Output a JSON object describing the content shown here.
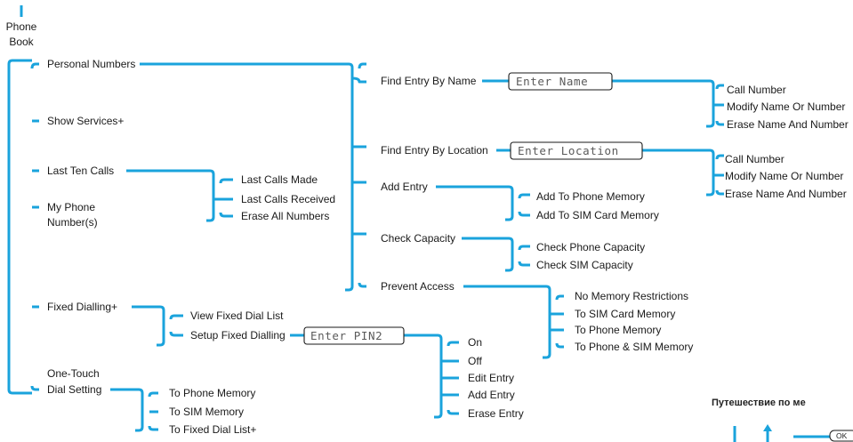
{
  "root": {
    "line1": "Phone",
    "line2": "Book"
  },
  "menu": {
    "personal_numbers": "Personal Numbers",
    "show_services": "Show Services+",
    "last_ten_calls": "Last Ten Calls",
    "my_phone_numbers_1": "My Phone",
    "my_phone_numbers_2": "Number(s)",
    "fixed_dialling": "Fixed Dialling+",
    "one_touch_1": "One-Touch",
    "one_touch_2": "Dial Setting"
  },
  "personal": {
    "find_by_name": "Find Entry By Name",
    "find_by_location": "Find Entry By Location",
    "add_entry": "Add Entry",
    "check_capacity": "Check Capacity",
    "prevent_access": "Prevent Access"
  },
  "lcd": {
    "enter_name": "Enter Name",
    "enter_location": "Enter Location",
    "enter_pin2": "Enter PIN2"
  },
  "name_options": [
    "Call Number",
    "Modify Name Or Number",
    "Erase Name And Number"
  ],
  "location_options": [
    "Call Number",
    "Modify Name Or Number",
    "Erase Name And Number"
  ],
  "add_entry_options": [
    "Add To Phone Memory",
    "Add To SIM Card Memory"
  ],
  "capacity_options": [
    "Check Phone Capacity",
    "Check SIM Capacity"
  ],
  "prevent_options": [
    "No Memory Restrictions",
    "To SIM Card Memory",
    "To Phone Memory",
    "To Phone & SIM Memory"
  ],
  "last_calls_options": [
    "Last Calls Made",
    "Last Calls Received",
    "Erase All Numbers"
  ],
  "fixed_options": [
    "View Fixed Dial List",
    "Setup Fixed Dialling"
  ],
  "pin2_options": [
    "On",
    "Off",
    "Edit Entry",
    "Add Entry",
    "Erase Entry"
  ],
  "one_touch_options": [
    "To Phone Memory",
    "To SIM Memory",
    "To Fixed Dial List+"
  ],
  "corner": {
    "caption": "Путешествие по ме",
    "ok_key": "OK"
  },
  "colors": {
    "line": "#1aa3dc",
    "text": "#1a1a1a",
    "lcd_text": "#5a5a5a"
  }
}
